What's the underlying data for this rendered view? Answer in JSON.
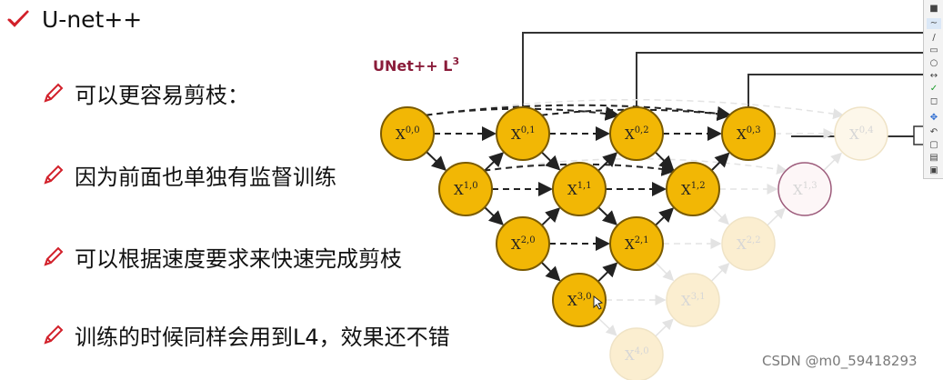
{
  "title": "U-net++",
  "bullets": [
    "可以更容易剪枝：",
    "因为前面也单独有监督训练",
    "可以根据速度要求来快速完成剪枝",
    "训练的时候同样会用到L4，效果还不错"
  ],
  "diagram": {
    "label_main": "UNet++ L",
    "label_sup": "3",
    "nodes": [
      {
        "id": "x00",
        "base": "X",
        "sup": "0,0",
        "active": true
      },
      {
        "id": "x01",
        "base": "X",
        "sup": "0,1",
        "active": true
      },
      {
        "id": "x02",
        "base": "X",
        "sup": "0,2",
        "active": true
      },
      {
        "id": "x03",
        "base": "X",
        "sup": "0,3",
        "active": true
      },
      {
        "id": "x04",
        "base": "X",
        "sup": "0,4",
        "active": false
      },
      {
        "id": "x10",
        "base": "X",
        "sup": "1,0",
        "active": true
      },
      {
        "id": "x11",
        "base": "X",
        "sup": "1,1",
        "active": true
      },
      {
        "id": "x12",
        "base": "X",
        "sup": "1,2",
        "active": true
      },
      {
        "id": "x13",
        "base": "X",
        "sup": "1,3",
        "active": false
      },
      {
        "id": "x20",
        "base": "X",
        "sup": "2,0",
        "active": true
      },
      {
        "id": "x21",
        "base": "X",
        "sup": "2,1",
        "active": true
      },
      {
        "id": "x22",
        "base": "X",
        "sup": "2,2",
        "active": false
      },
      {
        "id": "x30",
        "base": "X",
        "sup": "3,0",
        "active": true
      },
      {
        "id": "x31",
        "base": "X",
        "sup": "3,1",
        "active": false
      },
      {
        "id": "x40",
        "base": "X",
        "sup": "4,0",
        "active": false
      }
    ],
    "colors": {
      "active_fill": "#f2b705",
      "active_stroke": "#7a5a00",
      "inactive_fill": "#fbeed0",
      "inactive_stroke": "#efe3c6",
      "pink_stroke": "#9c5a7a"
    }
  },
  "watermark": "CSDN @m0_59418293"
}
